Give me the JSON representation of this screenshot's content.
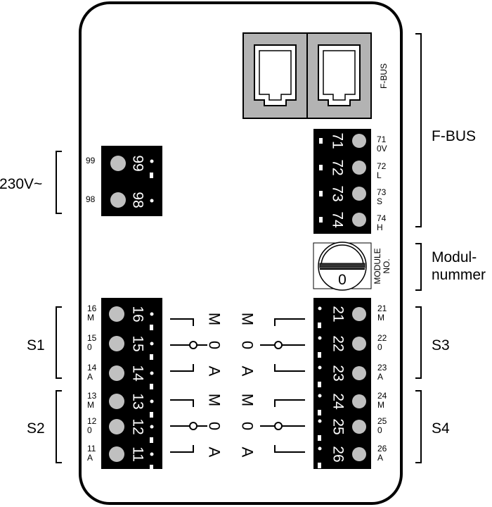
{
  "bus": {
    "port_label": "F-BUS",
    "group_label": "F-BUS",
    "terminals": [
      {
        "number": "71",
        "side": "71",
        "signal": "0V"
      },
      {
        "number": "72",
        "side": "72",
        "signal": "L"
      },
      {
        "number": "73",
        "side": "73",
        "signal": "S"
      },
      {
        "number": "74",
        "side": "74",
        "signal": "H"
      }
    ]
  },
  "power": {
    "label": "230V~",
    "terminals": [
      {
        "number": "99",
        "side": "99"
      },
      {
        "number": "98",
        "side": "98"
      }
    ]
  },
  "module": {
    "dial_value": "0",
    "label_line1": "MODULE",
    "label_line2": "NO.",
    "group_line1": "Modul-",
    "group_line2": "nummer"
  },
  "switch_symbols": {
    "m": "M",
    "zero": "0",
    "a": "A"
  },
  "left_terminals": [
    {
      "number": "16",
      "side_num": "16",
      "side_mode": "M"
    },
    {
      "number": "15",
      "side_num": "15",
      "side_mode": "0"
    },
    {
      "number": "14",
      "side_num": "14",
      "side_mode": "A"
    },
    {
      "number": "13",
      "side_num": "13",
      "side_mode": "M"
    },
    {
      "number": "12",
      "side_num": "12",
      "side_mode": "0"
    },
    {
      "number": "11",
      "side_num": "11",
      "side_mode": "A"
    }
  ],
  "right_terminals": [
    {
      "number": "21",
      "side_num": "21",
      "side_mode": "M"
    },
    {
      "number": "22",
      "side_num": "22",
      "side_mode": "0"
    },
    {
      "number": "23",
      "side_num": "23",
      "side_mode": "A"
    },
    {
      "number": "24",
      "side_num": "24",
      "side_mode": "M"
    },
    {
      "number": "25",
      "side_num": "25",
      "side_mode": "0"
    },
    {
      "number": "26",
      "side_num": "26",
      "side_mode": "A"
    }
  ],
  "groups": {
    "s1": "S1",
    "s2": "S2",
    "s3": "S3",
    "s4": "S4"
  }
}
